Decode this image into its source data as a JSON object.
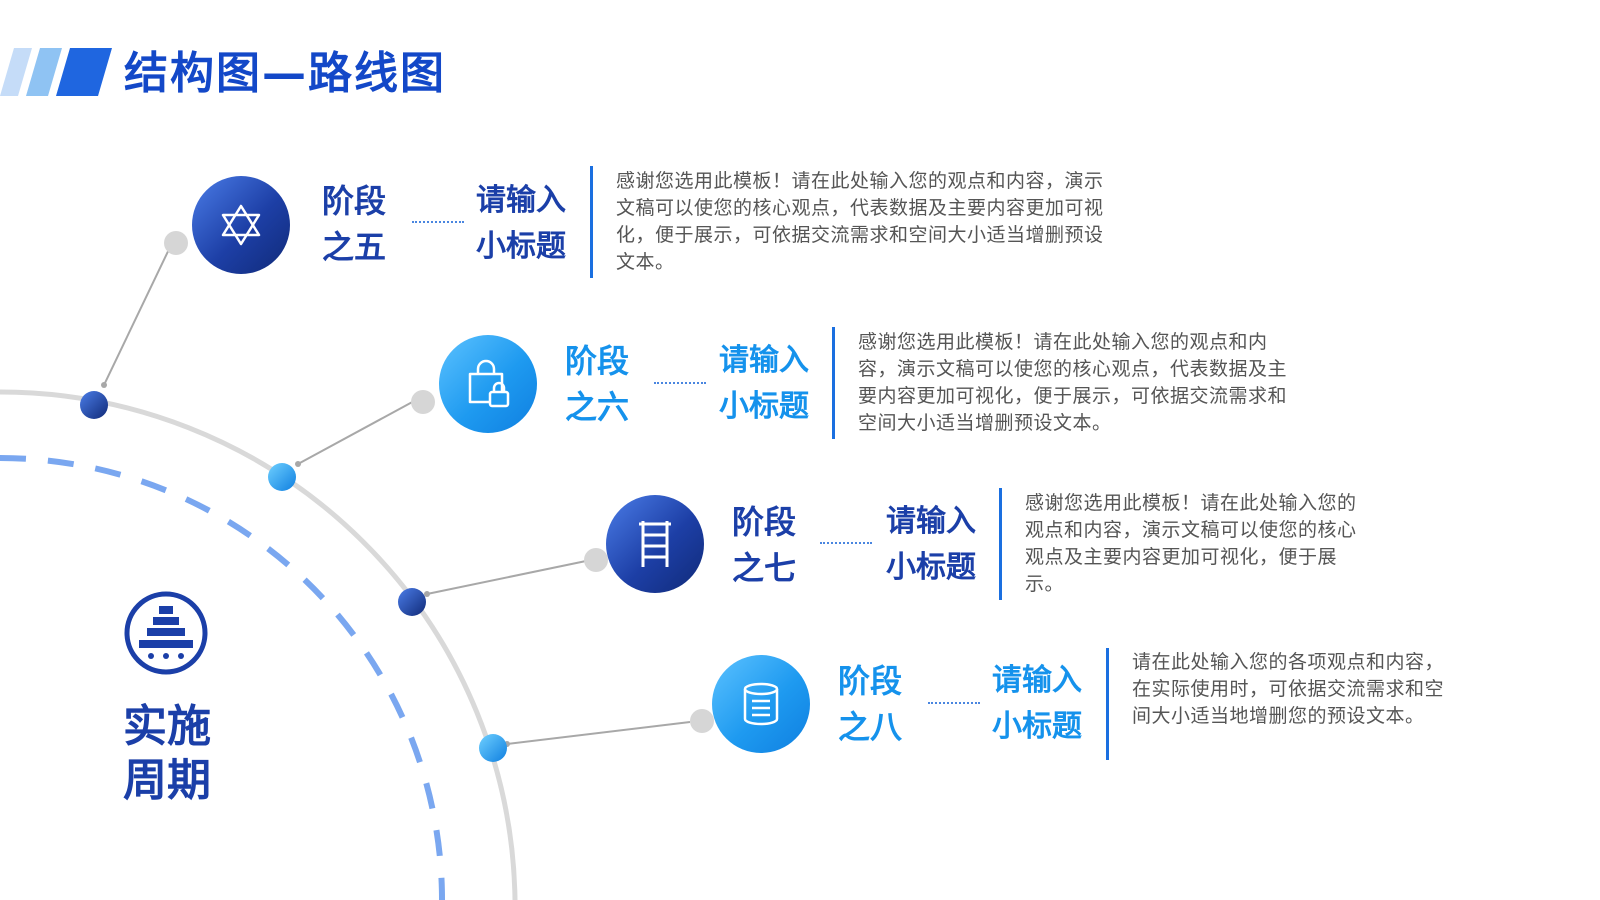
{
  "header": {
    "title": "结构图—路线图"
  },
  "side": {
    "label_line1": "实施",
    "label_line2": "周期",
    "icon": "pagoda-icon"
  },
  "stages": [
    {
      "stage_line1": "阶段",
      "stage_line2": "之五",
      "sub_line1": "请输入",
      "sub_line2": "小标题",
      "desc": "感谢您选用此模板！请在此处输入您的观点和内容，演示文稿可以使您的核心观点，代表数据及主要内容更加可视化，便于展示，可依据交流需求和空间大小适当增删预设文本。",
      "icon": "star-of-david-icon"
    },
    {
      "stage_line1": "阶段",
      "stage_line2": "之六",
      "sub_line1": "请输入",
      "sub_line2": "小标题",
      "desc": "感谢您选用此模板！请在此处输入您的观点和内容，演示文稿可以使您的核心观点，代表数据及主要内容更加可视化，便于展示，可依据交流需求和空间大小适当增删预设文本。",
      "icon": "shopping-bag-lock-icon"
    },
    {
      "stage_line1": "阶段",
      "stage_line2": "之七",
      "sub_line1": "请输入",
      "sub_line2": "小标题",
      "desc": "感谢您选用此模板！请在此处输入您的观点和内容，演示文稿可以使您的核心观点及主要内容更加可视化，便于展示。",
      "icon": "ladder-icon"
    },
    {
      "stage_line1": "阶段",
      "stage_line2": "之八",
      "sub_line1": "请输入",
      "sub_line2": "小标题",
      "desc": "请在此处输入您的各项观点和内容，在实际使用时，可依据交流需求和空间大小适当地增删您的预设文本。",
      "icon": "database-icon"
    }
  ],
  "colors": {
    "dark_blue": "#1b3fa8",
    "light_blue": "#1592ec",
    "gray": "#d9d9d9"
  }
}
